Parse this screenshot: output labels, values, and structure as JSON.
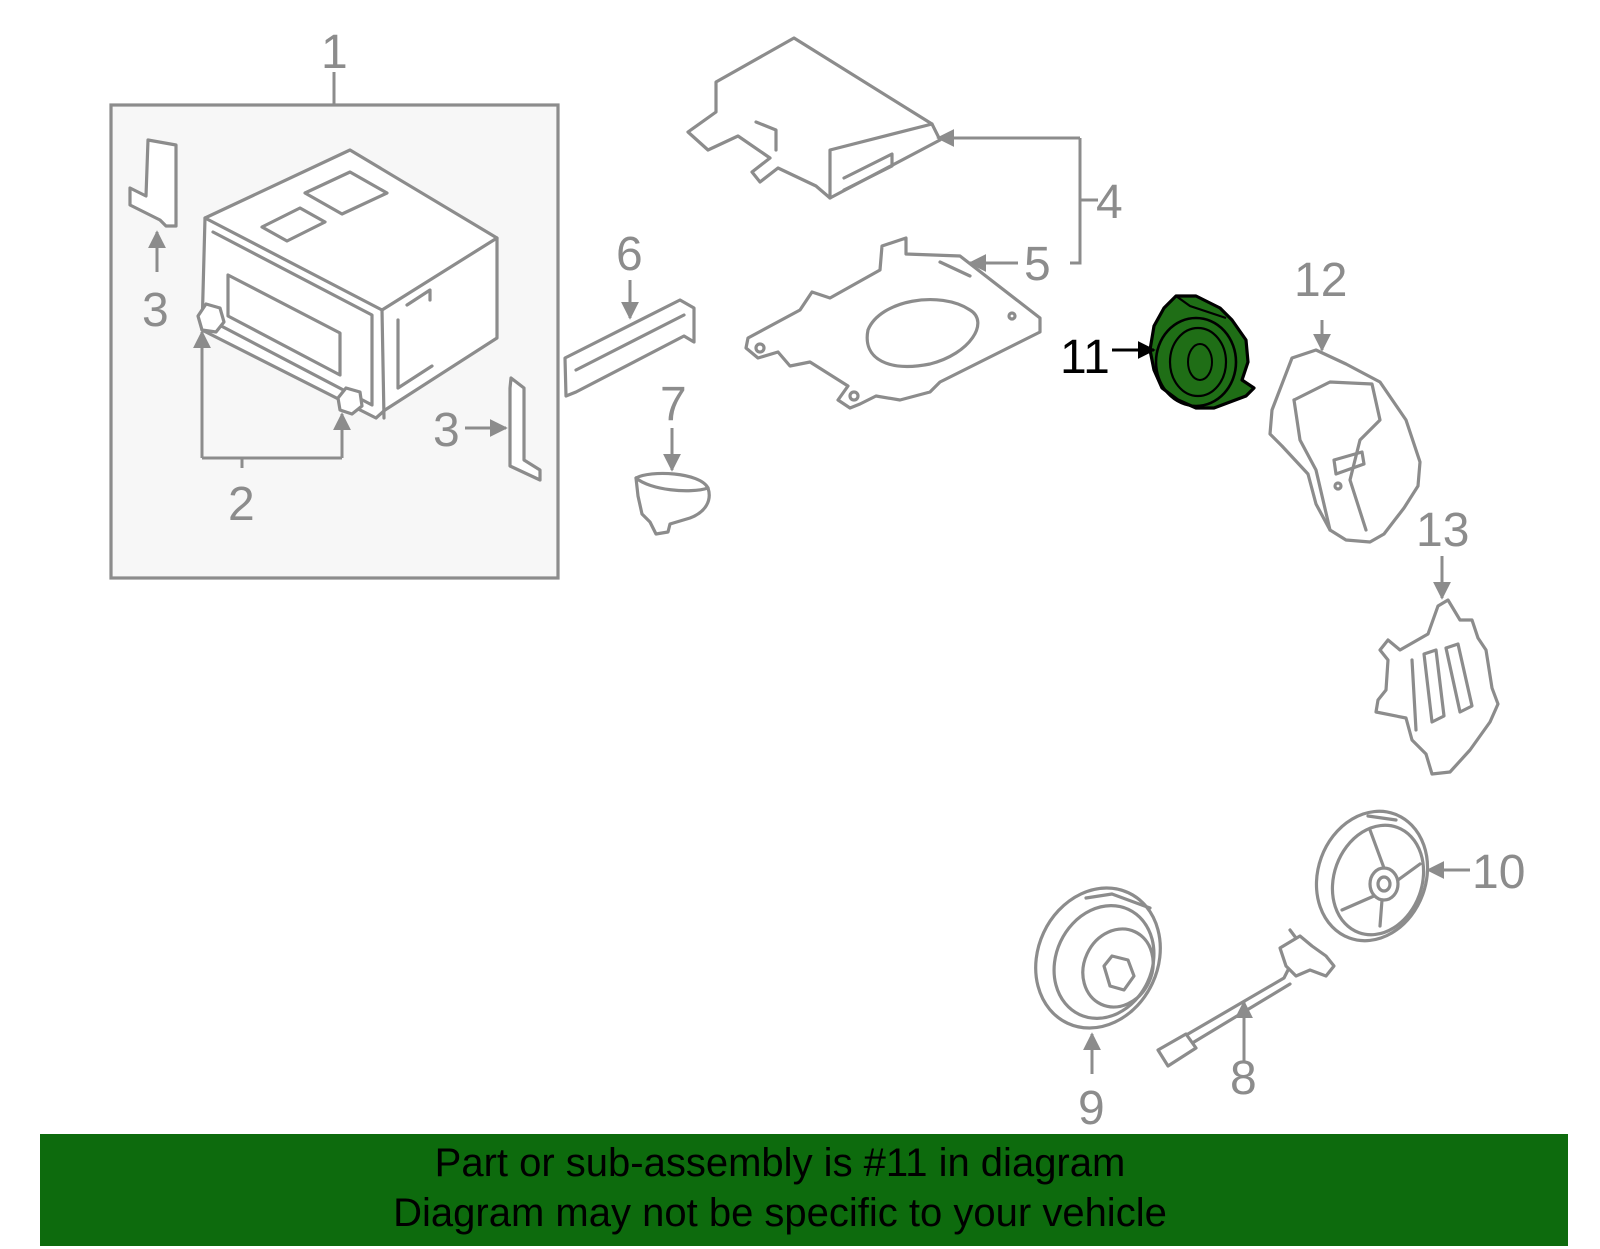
{
  "callouts": {
    "c1": "1",
    "c2": "2",
    "c3a": "3",
    "c3b": "3",
    "c4": "4",
    "c5": "5",
    "c6": "6",
    "c7": "7",
    "c8": "8",
    "c9": "9",
    "c10": "10",
    "c11": "11",
    "c12": "12",
    "c13": "13"
  },
  "highlight": {
    "part_number": "11",
    "fill_color": "#1f6e16"
  },
  "banner": {
    "line1": "Part or sub-assembly is #11 in diagram",
    "line2": "Diagram may not be specific to your vehicle",
    "color": "#0d6b0d"
  }
}
